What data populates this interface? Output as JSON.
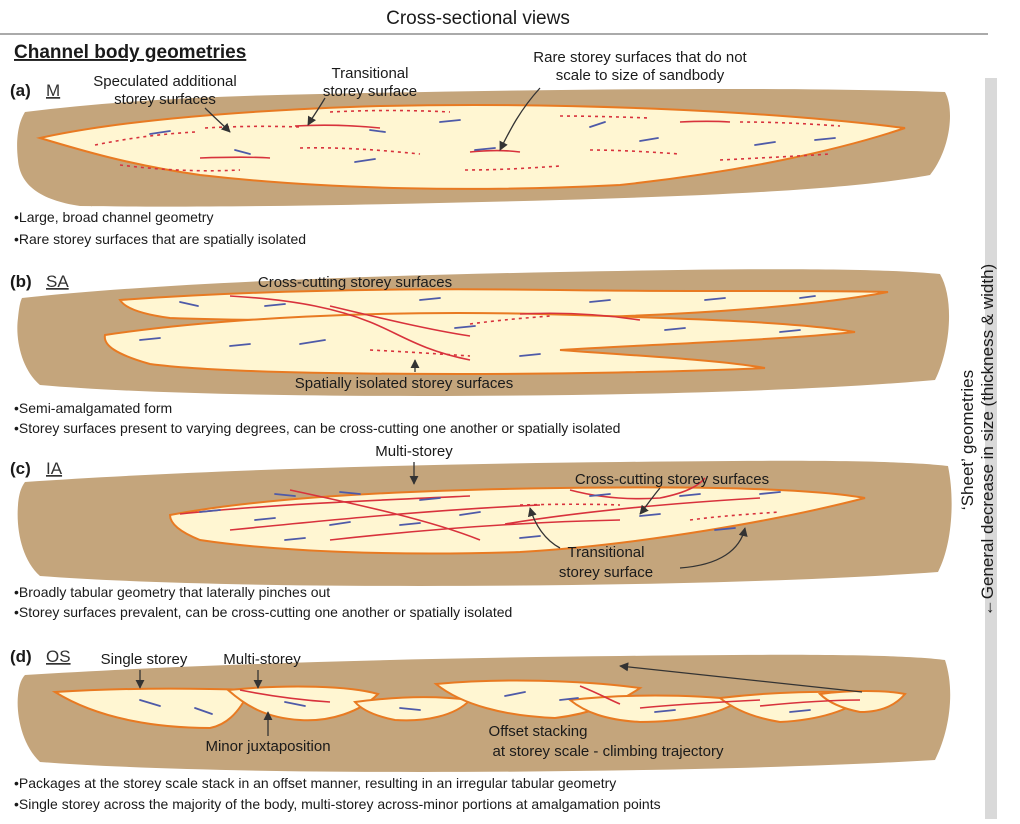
{
  "header": {
    "title": "Cross-sectional views",
    "section_title": "Channel body geometries"
  },
  "side_axis": {
    "label_line1": "‘Sheet’ geometries",
    "label_line2": "←General decrease in size (thickness & width)"
  },
  "panels": [
    {
      "letter": "(a)",
      "code": "M",
      "labels": [
        "Speculated additional",
        "storey surfaces",
        "Transitional",
        "storey surface",
        "Rare storey surfaces that do not",
        "scale to size of sandbody"
      ],
      "notes": [
        "•Large, broad channel geometry",
        "•Rare storey surfaces that are spatially isolated"
      ]
    },
    {
      "letter": "(b)",
      "code": "SA",
      "labels": [
        "Cross-cutting storey surfaces",
        "Spatially isolated storey surfaces"
      ],
      "notes": [
        "•Semi-amalgamated form",
        "•Storey surfaces present to varying degrees, can be cross-cutting one another or spatially isolated"
      ]
    },
    {
      "letter": "(c)",
      "code": "IA",
      "labels": [
        "Multi-storey",
        "Cross-cutting storey surfaces",
        "Transitional",
        "storey surface"
      ],
      "notes": [
        "•Broadly tabular geometry that laterally pinches out",
        "•Storey surfaces prevalent, can be cross-cutting one another or spatially isolated"
      ]
    },
    {
      "letter": "(d)",
      "code": "OS",
      "labels": [
        "Single storey",
        "Multi-storey",
        "Minor juxtaposition",
        "Offset stacking",
        "at storey scale - climbing trajectory"
      ],
      "notes": [
        "•Packages at the storey scale stack in an offset manner, resulting in an irregular tabular geometry",
        "•Single storey across the majority of the body, multi-storey across-minor portions at amalgamation points"
      ]
    }
  ],
  "colors": {
    "floodplain": "#c4a57c",
    "sandbody": "#fff6d2",
    "sandbody_outline": "#e87a22",
    "storey_surface": "#d8323c",
    "lamination": "#4e5aa8",
    "side_bar": "#d9d9d9"
  }
}
